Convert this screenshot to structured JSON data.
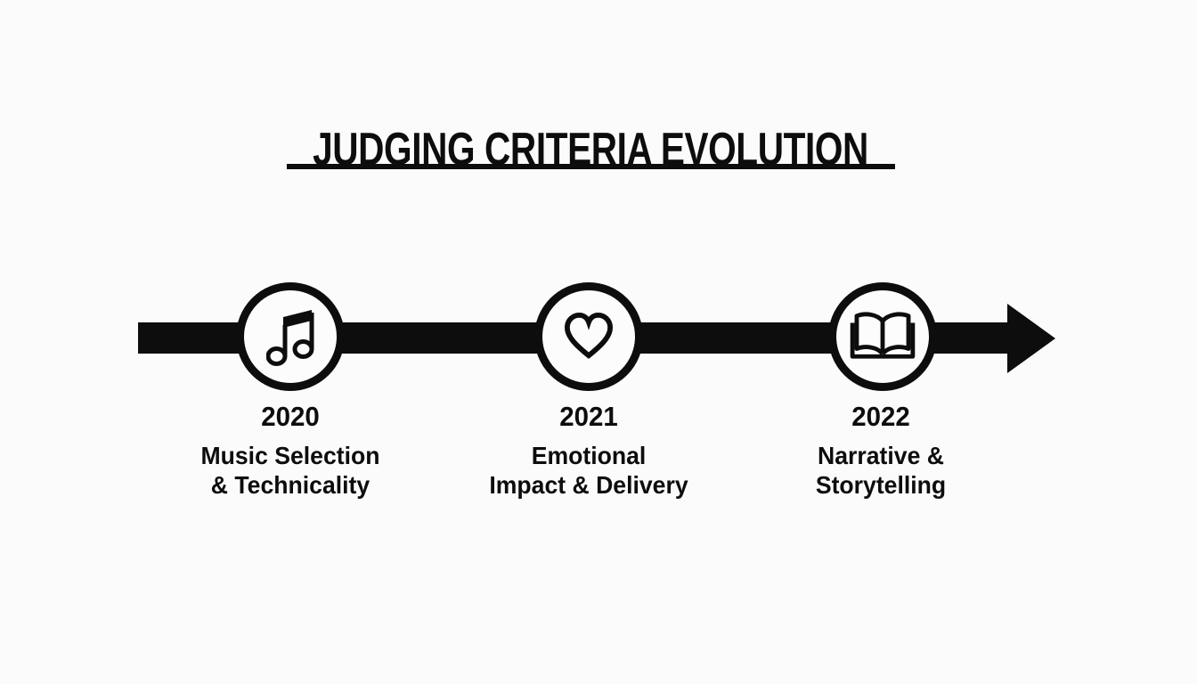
{
  "page": {
    "background_color": "#fbfbfb",
    "ink_color": "#0d0d0d"
  },
  "header": {
    "title": "JUDGING CRITERIA EVOLUTION"
  },
  "timeline": {
    "direction": "left-to-right-arrow",
    "milestones": [
      {
        "year": "2020",
        "line1": "Music Selection",
        "line2": "& Technicality",
        "icon": "music-note-icon"
      },
      {
        "year": "2021",
        "line1": "Emotional",
        "line2": "Impact & Delivery",
        "icon": "heart-icon"
      },
      {
        "year": "2022",
        "line1": "Narrative &",
        "line2": "Storytelling",
        "icon": "open-book-icon"
      }
    ]
  }
}
